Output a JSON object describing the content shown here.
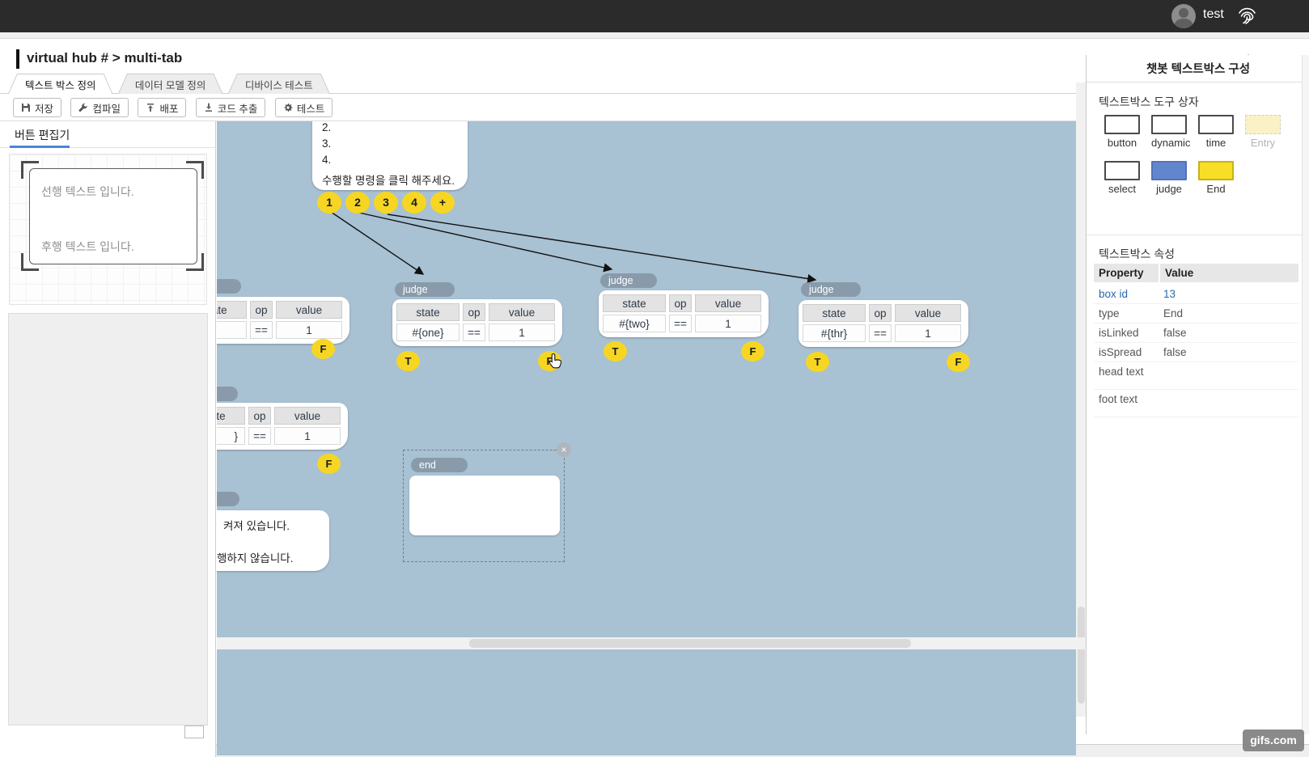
{
  "topbar": {
    "username": "test"
  },
  "header": {
    "title": "virtual hub # > multi-tab"
  },
  "tabs": [
    {
      "label": "텍스트 박스 정의",
      "active": true
    },
    {
      "label": "데이터 모델 정의",
      "active": false
    },
    {
      "label": "디바이스 테스트",
      "active": false
    }
  ],
  "toolbar": {
    "buttons": [
      {
        "label": "저장",
        "icon": "save-icon"
      },
      {
        "label": "컴파일",
        "icon": "wrench-icon"
      },
      {
        "label": "배포",
        "icon": "upload-icon"
      },
      {
        "label": "코드 추출",
        "icon": "download-icon"
      },
      {
        "label": "테스트",
        "icon": "gear-icon"
      }
    ]
  },
  "left_panel": {
    "title": "버튼 편집기",
    "preview": {
      "head_text": "선행 텍스트 입니다.",
      "foot_text": "후행 텍스트 입니다."
    }
  },
  "canvas": {
    "command_box": {
      "lines": [
        "2.",
        "3.",
        "4."
      ],
      "prompt": "수행할 명령을 클릭 해주세요."
    },
    "command_buttons": [
      "1",
      "2",
      "3",
      "4",
      "+"
    ],
    "node_headers": {
      "state": "state",
      "op": "op",
      "value": "value"
    },
    "ports": {
      "t": "T",
      "f": "F"
    },
    "nodes": {
      "n1": {
        "tag": "",
        "state": "",
        "op": "==",
        "value": "1"
      },
      "n2": {
        "tag": "judge",
        "state": "#{one}",
        "op": "==",
        "value": "1"
      },
      "n3": {
        "tag": "judge",
        "state": "#{two}",
        "op": "==",
        "value": "1"
      },
      "n4": {
        "tag": "judge",
        "state": "#{thr}",
        "op": "==",
        "value": "1"
      },
      "n5": {
        "tag": "",
        "state": "}",
        "op": "==",
        "value": "1"
      },
      "end": {
        "tag": "end",
        "close": "×"
      },
      "textnode": {
        "line1": "켜져 있습니다.",
        "line2": "행하지 않습니다."
      }
    }
  },
  "right_panel": {
    "title": "챗봇 텍스트박스 구성",
    "toolbox": {
      "title": "텍스트박스 도구 상자",
      "items": [
        {
          "label": "button"
        },
        {
          "label": "dynamic"
        },
        {
          "label": "time"
        },
        {
          "label": "Entry"
        },
        {
          "label": "select"
        },
        {
          "label": "judge"
        },
        {
          "label": "End"
        }
      ]
    },
    "properties": {
      "title": "텍스트박스 속성",
      "columns": [
        "Property",
        "Value"
      ],
      "rows": [
        [
          "box id",
          "13"
        ],
        [
          "type",
          "End"
        ],
        [
          "isLinked",
          "false"
        ],
        [
          "isSpread",
          "false"
        ],
        [
          "head text",
          ""
        ],
        [
          "foot text",
          ""
        ]
      ]
    }
  },
  "watermark": "gifs.com",
  "colors": {
    "topbar": "#2b2b2b",
    "canvas_bg": "#a8c1d3",
    "accent_yellow": "#f6d623",
    "judge_blue": "#6286ce",
    "end_yellow": "#f6df25",
    "entry_cream": "#faf2c6",
    "link_blue": "#2668ad",
    "tab_underline_blue": "#4a84d8"
  }
}
